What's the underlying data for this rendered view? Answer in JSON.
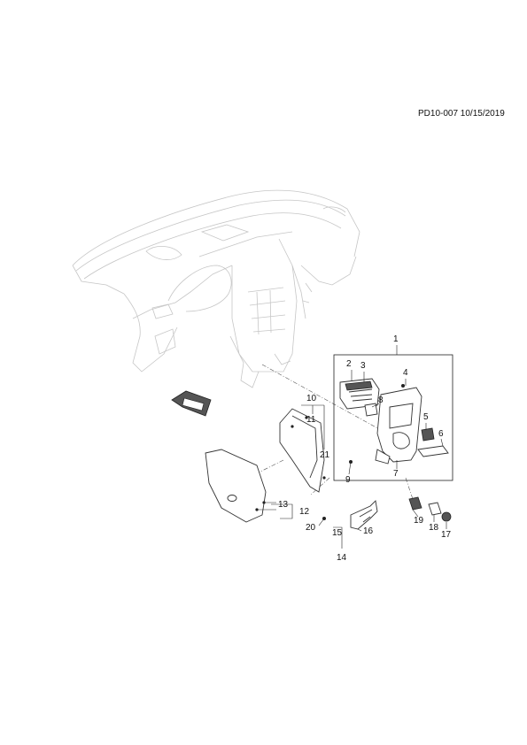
{
  "reference": "PD10-007 10/15/2019",
  "callouts": {
    "c1": "1",
    "c2": "2",
    "c3": "3",
    "c4": "4",
    "c5": "5",
    "c6": "6",
    "c7": "7",
    "c8": "8",
    "c9": "9",
    "c10": "10",
    "c11": "11",
    "c12": "12",
    "c13": "13",
    "c14": "14",
    "c15": "15",
    "c16": "16",
    "c17": "17",
    "c18": "18",
    "c19": "19",
    "c20": "20",
    "c21": "21"
  },
  "icons": {
    "front_arrow": "front-arrow-icon"
  },
  "colors": {
    "line": "#333333",
    "ghost": "#c6c6c6"
  }
}
